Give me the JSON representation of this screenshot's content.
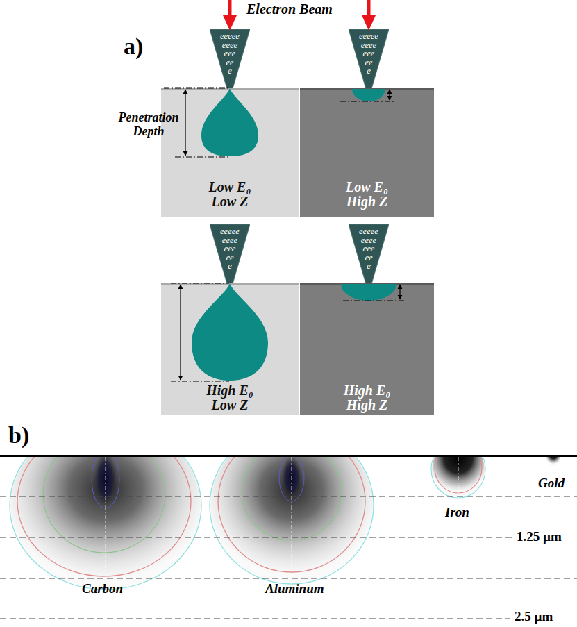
{
  "diagram": {
    "nodes": [
      {
        "text": [
          "eeeee eeee eee ee e"
        ]
      },
      {
        "text": [
          "eeeee eeee eee ee e"
        ]
      },
      {
        "text": [
          "Low E₀ Low Z"
        ]
      },
      {
        "text": [
          "Low E₀ High Z"
        ]
      },
      {
        "text": [
          "eeeee eeee eee ee e"
        ]
      },
      {
        "text": [
          "eeeee eeee eee ee e"
        ]
      },
      {
        "text": [
          "High E₀ Low Z"
        ]
      },
      {
        "text": [
          "High E₀ High Z"
        ]
      }
    ],
    "labels": [
      "Electron Beam",
      "a)",
      "Penetration Depth",
      "b)",
      "Gold",
      "Iron",
      "1.25 µm",
      "Carbon",
      "Aluminum",
      "2.5 µm"
    ]
  }
}
